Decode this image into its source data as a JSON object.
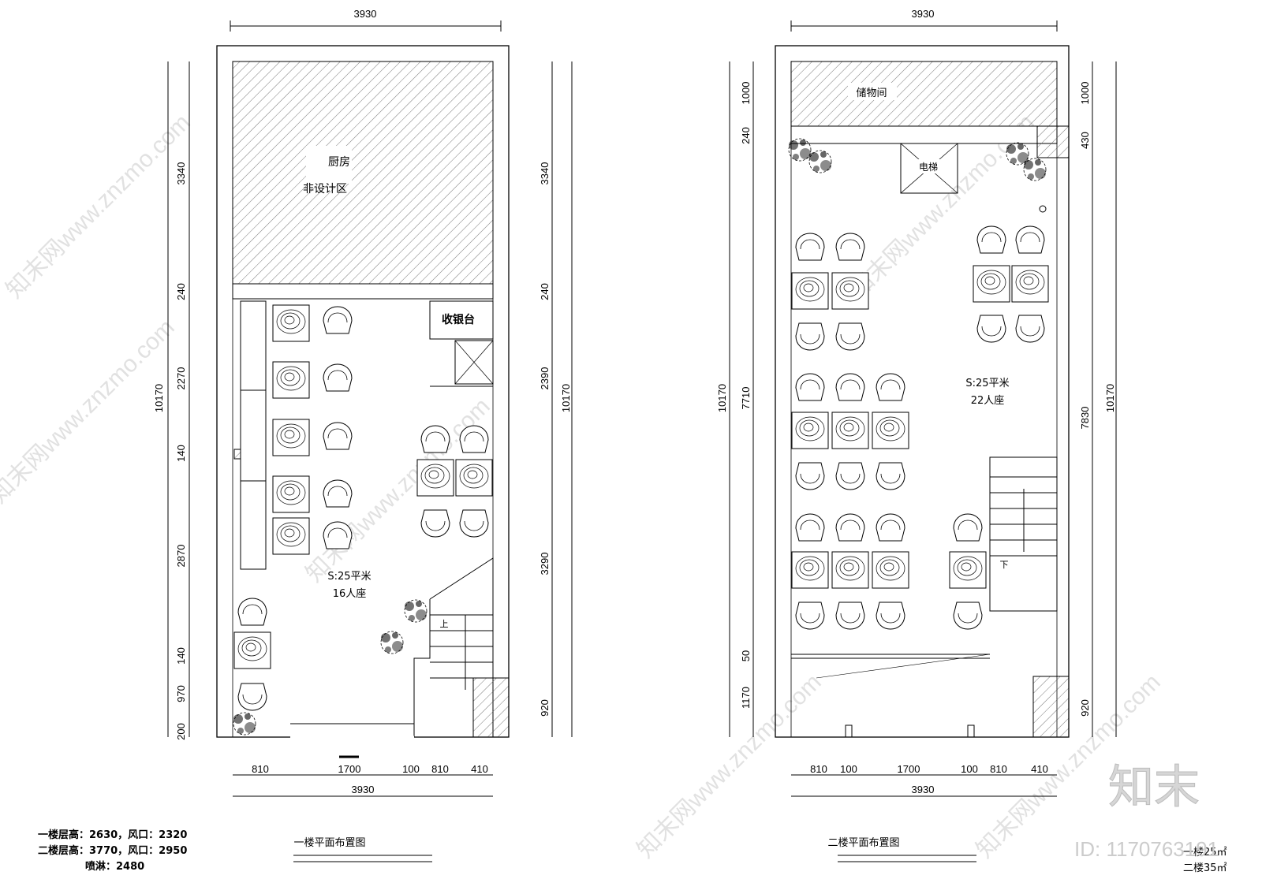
{
  "plan1": {
    "top_total": "3930",
    "left_total": "10170",
    "right_total": "10170",
    "left_dims": [
      "3340",
      "240",
      "2270",
      "140",
      "2870",
      "140",
      "970",
      "200"
    ],
    "right_dims": [
      "3340",
      "240",
      "2390",
      "3290",
      "920"
    ],
    "bottom_dims": [
      "810",
      "1700",
      "100",
      "810",
      "410"
    ],
    "bottom_total": "3930",
    "kitchen_line1": "厨房",
    "kitchen_line2": "非设计区",
    "cashier": "收银台",
    "area": "S:25平米",
    "seats": "16人座",
    "stair_up": "上",
    "title": "一楼平面布置图"
  },
  "plan2": {
    "top_total": "3930",
    "left_total": "10170",
    "right_total": "10170",
    "left_dims": [
      "1000",
      "240",
      "7710",
      "50",
      "1170"
    ],
    "right_dims": [
      "1000",
      "430",
      "7830",
      "920"
    ],
    "bottom_dims": [
      "810",
      "100",
      "1700",
      "100",
      "810",
      "410"
    ],
    "bottom_total": "3930",
    "storage": "储物间",
    "elevator": "电梯",
    "area": "S:25平米",
    "seats": "22人座",
    "stair_down": "下",
    "title": "二楼平面布置图"
  },
  "notes": {
    "line1": "一楼层高：2630，风口：2320",
    "line2": "二楼层高：3770，风口：2950",
    "line3": "喷淋：2480",
    "area1": "一楼25㎡",
    "area2": "二楼35㎡"
  },
  "brand": {
    "logo": "知末",
    "id": "ID: 1170763191",
    "watermark": "知末网www.znzmo.com"
  }
}
